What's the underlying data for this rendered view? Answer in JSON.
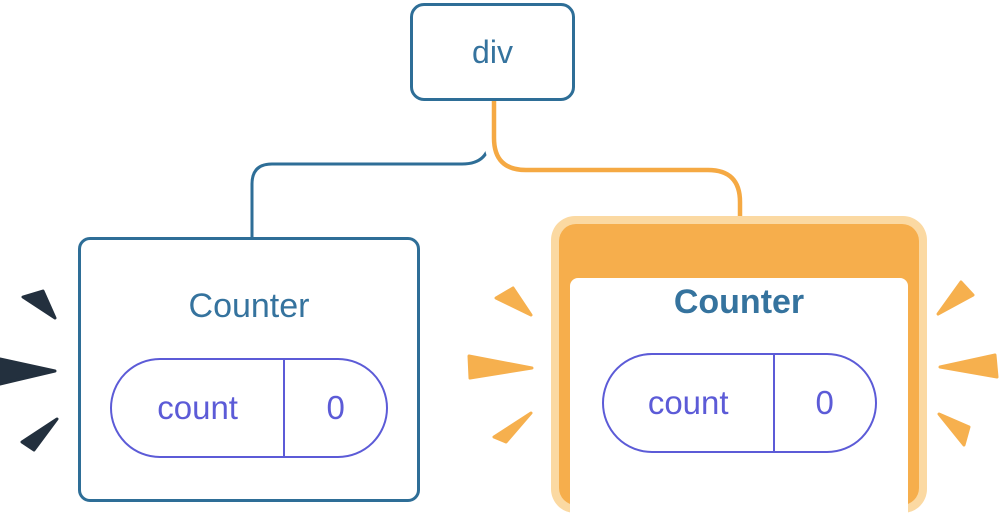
{
  "diagram": {
    "root_node": {
      "label": "div"
    },
    "left_counter": {
      "title": "Counter",
      "state_pill": {
        "key": "count",
        "value": "0"
      }
    },
    "right_counter": {
      "title": "Counter",
      "state_pill": {
        "key": "count",
        "value": "0"
      },
      "highlighted": "true"
    },
    "colors": {
      "background": "#FFFFFF",
      "node_border_blue": "#2E6E97",
      "node_text_blue": "#35739E",
      "pill_purple": "#5C5BD7",
      "highlight_orange": "#F6AE4C",
      "highlight_orange_light": "#FBD9A2",
      "connector_orange": "#F5A943",
      "burst_dark": "#23303E",
      "burst_orange": "#F6B04E"
    }
  }
}
